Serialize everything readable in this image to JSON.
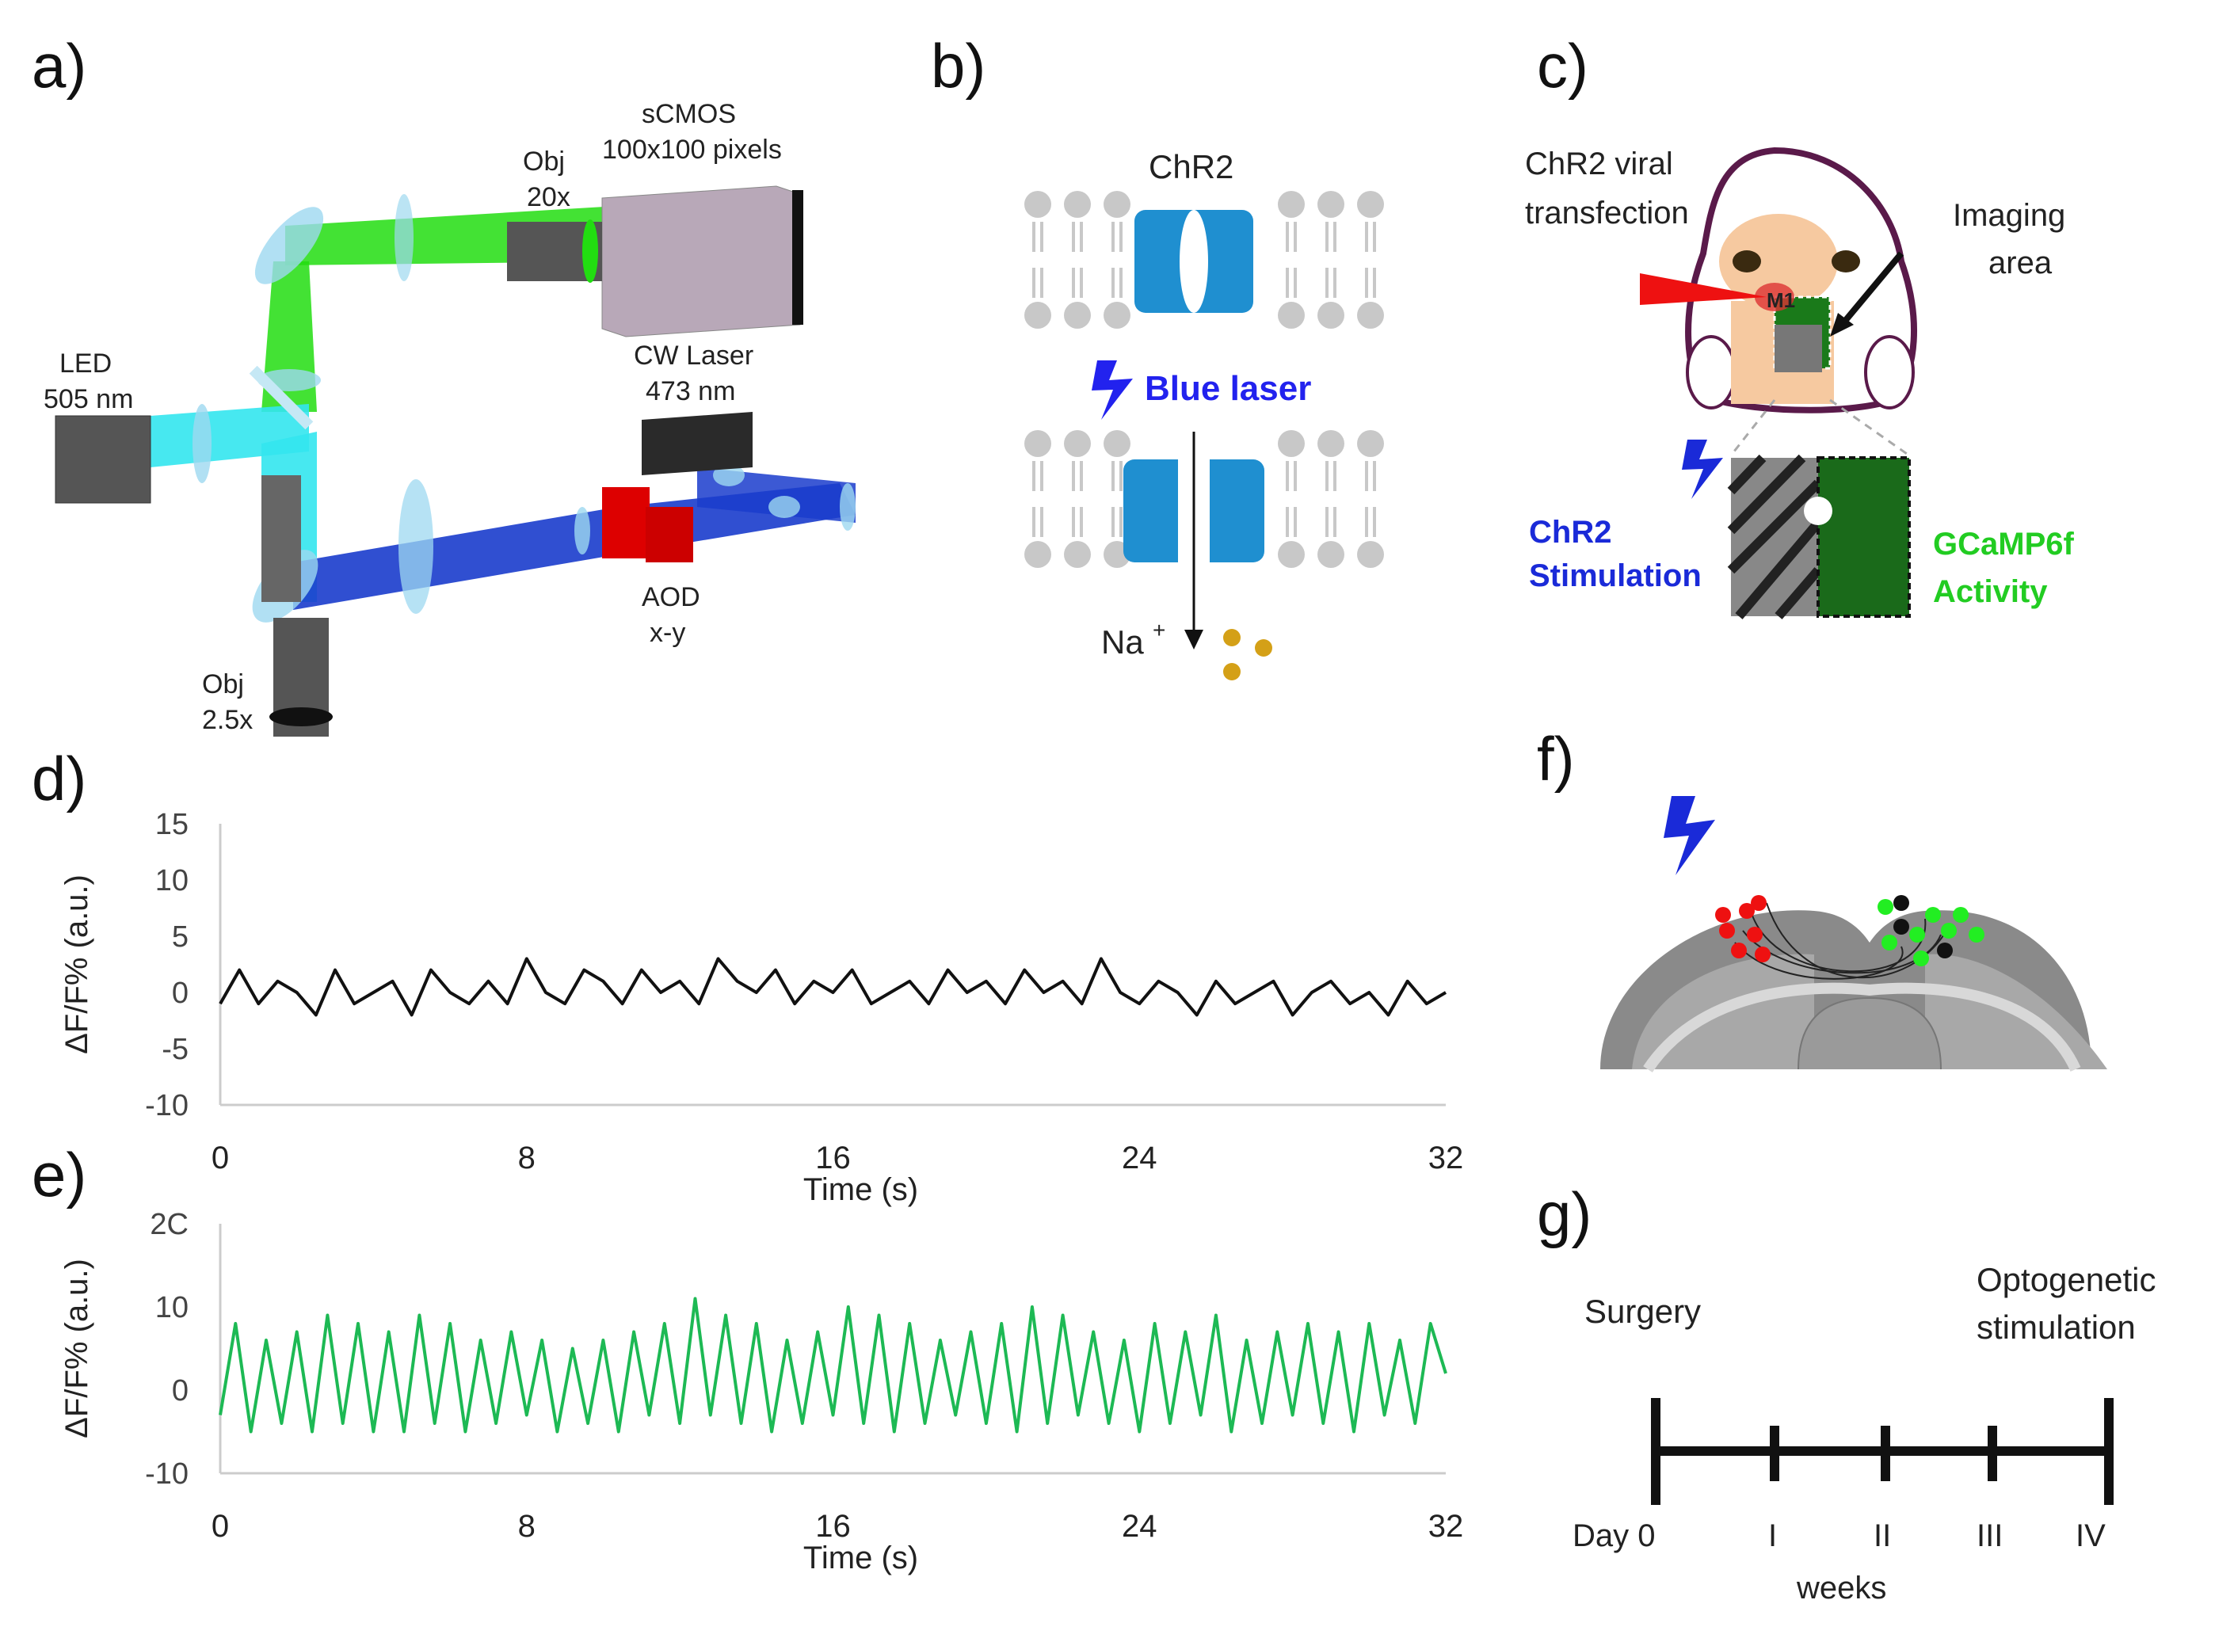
{
  "panels": {
    "a": {
      "label": "a)",
      "sCMOS_label": "sCMOS",
      "sCMOS_pixels": "100x100 pixels",
      "obj_top_label": "Obj",
      "obj_top_mag": "20x",
      "led_label": "LED",
      "led_wavelength": "505 nm",
      "laser_label": "CW Laser",
      "laser_wavelength": "473 nm",
      "aod_label": "AOD",
      "aod_axes": "x-y",
      "obj_bottom_label": "Obj",
      "obj_bottom_mag": "2.5x",
      "colors": {
        "green": "#22dd11",
        "cyan": "#33e6ee",
        "blue": "#1a3ccc",
        "red": "#dd0000"
      }
    },
    "b": {
      "label": "b)",
      "channel_name": "ChR2",
      "laser_text": "Blue laser",
      "ion": "Na",
      "ion_charge": "+",
      "colors": {
        "channel": "#1f8fd0",
        "laser": "#2222ee",
        "ion": "#d4a017"
      }
    },
    "c": {
      "label": "c)",
      "transfection_line1": "ChR2 viral",
      "transfection_line2": "transfection",
      "imaging_line1": "Imaging",
      "imaging_line2": "area",
      "region": "M1",
      "stim_line1": "ChR2",
      "stim_line2": "Stimulation",
      "activity_line1": "GCaMP6f",
      "activity_line2": "Activity",
      "colors": {
        "stim": "#1a2ad8",
        "activity": "#22cc22"
      }
    },
    "f": {
      "label": "f)",
      "colors": {
        "red_neurons": "#ee1111",
        "green_neurons": "#22ee22",
        "black_neurons": "#111111"
      }
    },
    "g": {
      "label": "g)",
      "event_left": "Surgery",
      "event_right_line1": "Optogenetic",
      "event_right_line2": "stimulation",
      "ticks": [
        "Day 0",
        "I",
        "II",
        "III",
        "IV"
      ],
      "axis_label": "weeks"
    }
  },
  "chart_data": [
    {
      "id": "d",
      "label": "d)",
      "type": "line",
      "xlabel": "Time (s)",
      "ylabel": "ΔF/F% (a.u.)",
      "xlim": [
        0,
        32
      ],
      "ylim": [
        -10,
        15
      ],
      "xticks": [
        0,
        8,
        16,
        24,
        32
      ],
      "yticks": [
        15,
        10,
        5,
        0,
        -5,
        -10
      ],
      "color": "#111111",
      "description": "noisy baseline fluctuating around 0",
      "series": [
        {
          "x": [
            0,
            0.5,
            1,
            1.5,
            2,
            2.5,
            3,
            3.5,
            4,
            4.5,
            5,
            5.5,
            6,
            6.5,
            7,
            7.5,
            8,
            8.5,
            9,
            9.5,
            10,
            10.5,
            11,
            11.5,
            12,
            12.5,
            13,
            13.5,
            14,
            14.5,
            15,
            15.5,
            16,
            16.5,
            17,
            17.5,
            18,
            18.5,
            19,
            19.5,
            20,
            20.5,
            21,
            21.5,
            22,
            22.5,
            23,
            23.5,
            24,
            24.5,
            25,
            25.5,
            26,
            26.5,
            27,
            27.5,
            28,
            28.5,
            29,
            29.5,
            30,
            30.5,
            31,
            31.5,
            32
          ],
          "values": [
            -1,
            2,
            -1,
            1,
            0,
            -2,
            2,
            -1,
            0,
            1,
            -2,
            2,
            0,
            -1,
            1,
            -1,
            3,
            0,
            -1,
            2,
            1,
            -1,
            2,
            0,
            1,
            -1,
            3,
            1,
            0,
            2,
            -1,
            1,
            0,
            2,
            -1,
            0,
            1,
            -1,
            2,
            0,
            1,
            -1,
            2,
            0,
            1,
            -1,
            3,
            0,
            -1,
            1,
            0,
            -2,
            1,
            -1,
            0,
            1,
            -2,
            0,
            1,
            -1,
            0,
            -2,
            1,
            -1,
            0
          ]
        }
      ]
    },
    {
      "id": "e",
      "label": "e)",
      "type": "line",
      "xlabel": "Time (s)",
      "ylabel": "ΔF/F% (a.u.)",
      "xlim": [
        0,
        32
      ],
      "ylim": [
        -10,
        20
      ],
      "xticks": [
        0,
        8,
        16,
        24,
        32
      ],
      "yticks": [
        "2C",
        10,
        0,
        -10
      ],
      "color": "#1db954",
      "series": [
        {
          "x": [
            0,
            0.4,
            0.8,
            1.2,
            1.6,
            2,
            2.4,
            2.8,
            3.2,
            3.6,
            4,
            4.4,
            4.8,
            5.2,
            5.6,
            6,
            6.4,
            6.8,
            7.2,
            7.6,
            8,
            8.4,
            8.8,
            9.2,
            9.6,
            10,
            10.4,
            10.8,
            11.2,
            11.6,
            12,
            12.4,
            12.8,
            13.2,
            13.6,
            14,
            14.4,
            14.8,
            15.2,
            15.6,
            16,
            16.4,
            16.8,
            17.2,
            17.6,
            18,
            18.4,
            18.8,
            19.2,
            19.6,
            20,
            20.4,
            20.8,
            21.2,
            21.6,
            22,
            22.4,
            22.8,
            23.2,
            23.6,
            24,
            24.4,
            24.8,
            25.2,
            25.6,
            26,
            26.4,
            26.8,
            27.2,
            27.6,
            28,
            28.4,
            28.8,
            29.2,
            29.6,
            30,
            30.4,
            30.8,
            31.2,
            31.6,
            32
          ],
          "values": [
            -3,
            8,
            -5,
            6,
            -4,
            7,
            -5,
            9,
            -4,
            8,
            -5,
            7,
            -5,
            9,
            -4,
            8,
            -5,
            6,
            -4,
            7,
            -3,
            6,
            -5,
            5,
            -4,
            6,
            -5,
            7,
            -3,
            8,
            -4,
            11,
            -3,
            9,
            -4,
            8,
            -5,
            6,
            -4,
            7,
            -3,
            10,
            -4,
            9,
            -5,
            8,
            -4,
            6,
            -3,
            7,
            -4,
            8,
            -5,
            10,
            -4,
            9,
            -3,
            7,
            -4,
            6,
            -5,
            8,
            -4,
            7,
            -3,
            9,
            -5,
            6,
            -4,
            7,
            -3,
            8,
            -4,
            7,
            -5,
            8,
            -3,
            6,
            -4,
            8,
            2
          ]
        }
      ]
    }
  ]
}
